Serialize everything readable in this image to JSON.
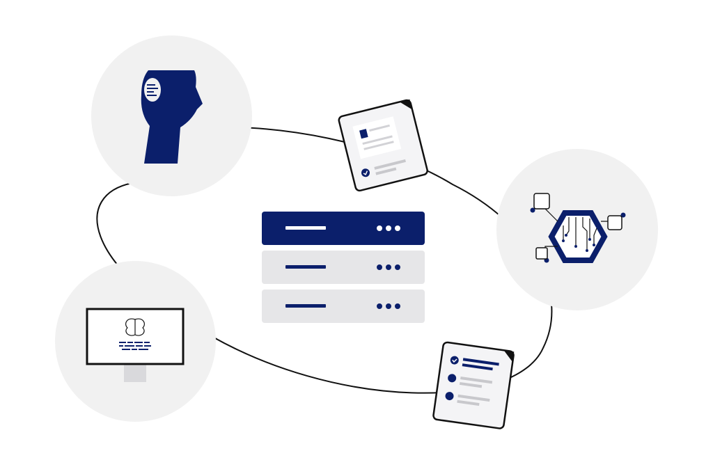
{
  "colors": {
    "navy": "#0b1f6b",
    "node_fill": "#f1f1f1",
    "row_gray": "#e6e6e8",
    "line": "#111111",
    "paper": "#f4f4f6",
    "muted": "#c8c8cc",
    "white": "#ffffff"
  },
  "nodes": [
    {
      "id": "human-head",
      "icon": "human-head-icon"
    },
    {
      "id": "hexagon-circuit",
      "icon": "hexagon-circuit-icon"
    },
    {
      "id": "computer-monitor",
      "icon": "monitor-brain-icon"
    }
  ],
  "documents": [
    {
      "id": "document-top",
      "icon": "document-image-check-icon"
    },
    {
      "id": "document-bottom",
      "icon": "document-checklist-icon"
    }
  ],
  "server": {
    "rows": [
      {
        "active": true,
        "icon": "server-row-icon"
      },
      {
        "active": false,
        "icon": "server-row-icon"
      },
      {
        "active": false,
        "icon": "server-row-icon"
      }
    ]
  }
}
